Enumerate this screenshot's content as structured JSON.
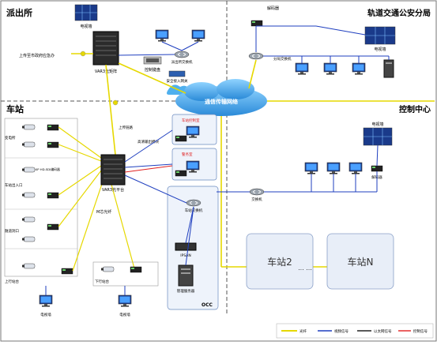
{
  "regions": {
    "police_station": "派出所",
    "transit_police": "轨道交通公安分局",
    "station": "车站",
    "control_center": "控制中心",
    "occ": "OCC"
  },
  "labels": {
    "network": "通信传输网络",
    "station2": "车站2",
    "stationN": "车站N",
    "ellipsis": "... ...",
    "video_wall": "电视墙",
    "decoder": "解码器",
    "switch": "交换机",
    "matrix": "VAR3光矩阵",
    "optical_platform": "VAR3光平台",
    "keyboard": "控制键盘",
    "upload": "上传至市政府应急办",
    "gateway": "安全接入网关",
    "storage": "IPSAN",
    "mgmt_server": "管理服务器",
    "station_switch": "车站交换机",
    "hd_output": "高清输出模块",
    "ctrl_room": "车站控制室",
    "duty_room": "警务室",
    "fiber": "M芯光纤",
    "police_switch": "派出所交换机",
    "branch_switch": "分局交换机",
    "transformer": "变电所",
    "entrance": "车站出入口",
    "tunnel": "隧道洞口",
    "platform_up": "上行站台",
    "platform_down": "下行站台",
    "upstream": "上传链路",
    "cam_note": "100P HD-SDI编码器"
  },
  "legend": [
    {
      "label": "光纤",
      "color": "#e6d800"
    },
    {
      "label": "视频信号",
      "color": "#1f3fbf"
    },
    {
      "label": "以太网信号",
      "color": "#222222"
    },
    {
      "label": "控制信号",
      "color": "#e02020"
    }
  ],
  "colors": {
    "fiber": "#e6d800",
    "video": "#1f3fbf",
    "ethernet": "#222222",
    "control": "#e02020",
    "cloud": "#3aa0e0"
  }
}
